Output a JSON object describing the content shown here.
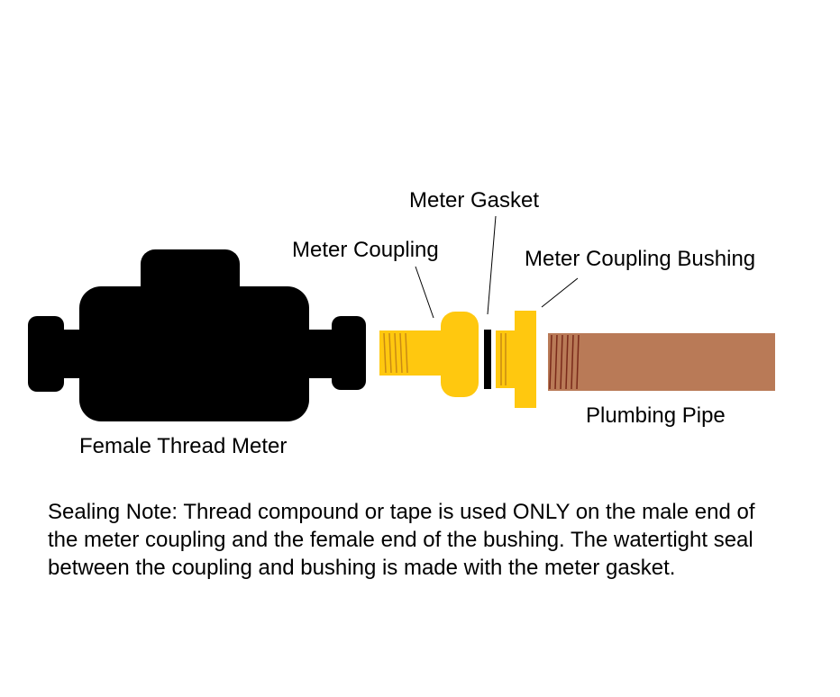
{
  "labels": {
    "meter": "Female Thread Meter",
    "coupling": "Meter Coupling",
    "gasket": "Meter Gasket",
    "bushing": "Meter Coupling Bushing",
    "pipe": "Plumbing Pipe"
  },
  "note": "Sealing Note: Thread compound or tape is used ONLY on the male end of the meter coupling and the female end of the bushing. The watertight seal between the coupling and bushing is made with the meter gasket.",
  "colors": {
    "meter": "#000000",
    "coupling": "#ffc80f",
    "coupling_threads": "#c98a14",
    "gasket": "#000000",
    "pipe": "#b97a57",
    "pipe_threads": "#7a2a1a"
  }
}
